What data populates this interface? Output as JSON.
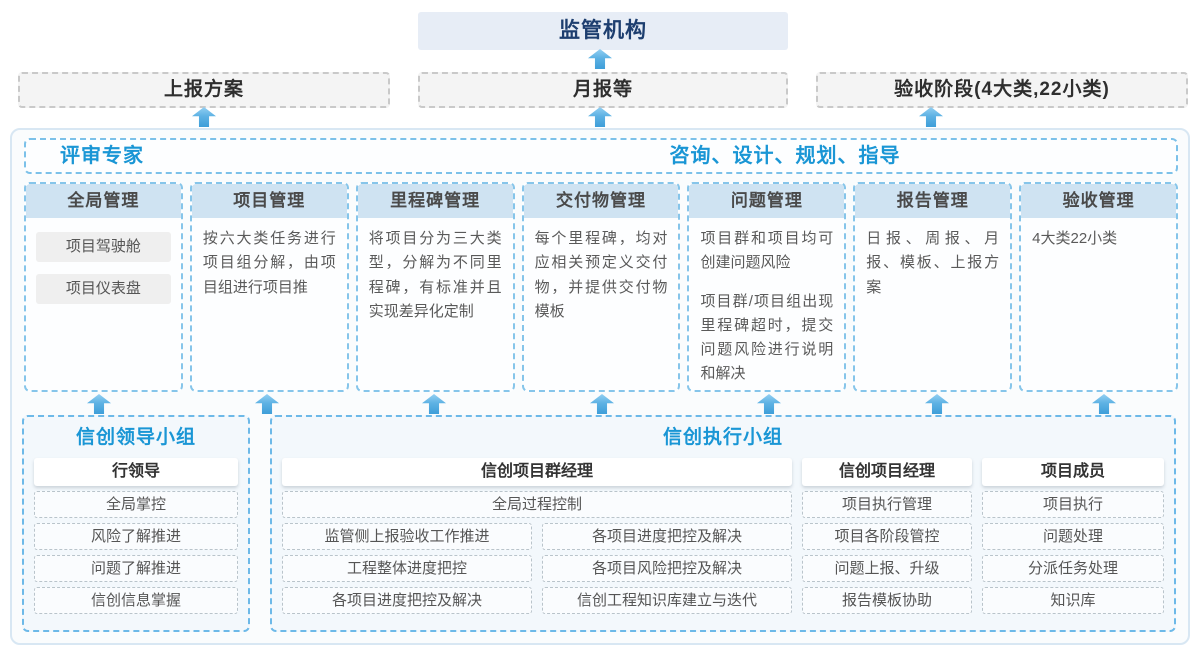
{
  "colors": {
    "accent_blue": "#1a96d5",
    "navy_text": "#1d3e6f",
    "column_header_fill": "#cfe3f2",
    "dashed_blue_border": "#7cc1e9",
    "regulator_fill": "#e7edf6",
    "arrow_blue": "#3d9ed9"
  },
  "top": {
    "regulator_label": "监管机构"
  },
  "report_row": {
    "boxes": [
      {
        "label": "上报方案"
      },
      {
        "label": "月报等"
      },
      {
        "label": "验收阶段(4大类,22小类)"
      }
    ]
  },
  "platform": {
    "expert_label": "评审专家",
    "consult_label": "咨询、设计、规划、指导",
    "columns": [
      {
        "title": "全局管理",
        "pills": [
          "项目驾驶舱",
          "项目仪表盘"
        ]
      },
      {
        "title": "项目管理",
        "paragraphs": [
          "按六大类任务进行项目组分解，由项目组进行项目推"
        ]
      },
      {
        "title": "里程碑管理",
        "paragraphs": [
          "将项目分为三大类型，分解为不同里程碑，有标准并且实现差异化定制"
        ]
      },
      {
        "title": "交付物管理",
        "paragraphs": [
          "每个里程碑，均对应相关预定义交付物，并提供交付物模板"
        ]
      },
      {
        "title": "问题管理",
        "paragraphs": [
          "项目群和项目均可创建问题风险",
          "项目群/项目组出现里程碑超时，提交问题风险进行说明和解决"
        ]
      },
      {
        "title": "报告管理",
        "paragraphs": [
          "日报、周报、月报、模板、上报方案"
        ]
      },
      {
        "title": "验收管理",
        "paragraphs": [
          "4大类22小类"
        ]
      }
    ]
  },
  "groups": {
    "leader": {
      "title": "信创领导小组",
      "role": "行领导",
      "items": [
        "全局掌控",
        "风险了解推进",
        "问题了解推进",
        "信创信息掌握"
      ]
    },
    "executor": {
      "title": "信创执行小组",
      "program_manager": {
        "role": "信创项目群经理",
        "full_item": "全局过程控制",
        "left_items": [
          "监管侧上报验收工作推进",
          "工程整体进度把控",
          "各项目进度把控及解决"
        ],
        "right_items": [
          "各项目进度把控及解决",
          "各项目风险把控及解决",
          "信创工程知识库建立与迭代"
        ]
      },
      "project_manager": {
        "role": "信创项目经理",
        "items": [
          "项目执行管理",
          "项目各阶段管控",
          "问题上报、升级",
          "报告模板协助"
        ]
      },
      "member": {
        "role": "项目成员",
        "items": [
          "项目执行",
          "问题处理",
          "分派任务处理",
          "知识库"
        ]
      }
    }
  }
}
